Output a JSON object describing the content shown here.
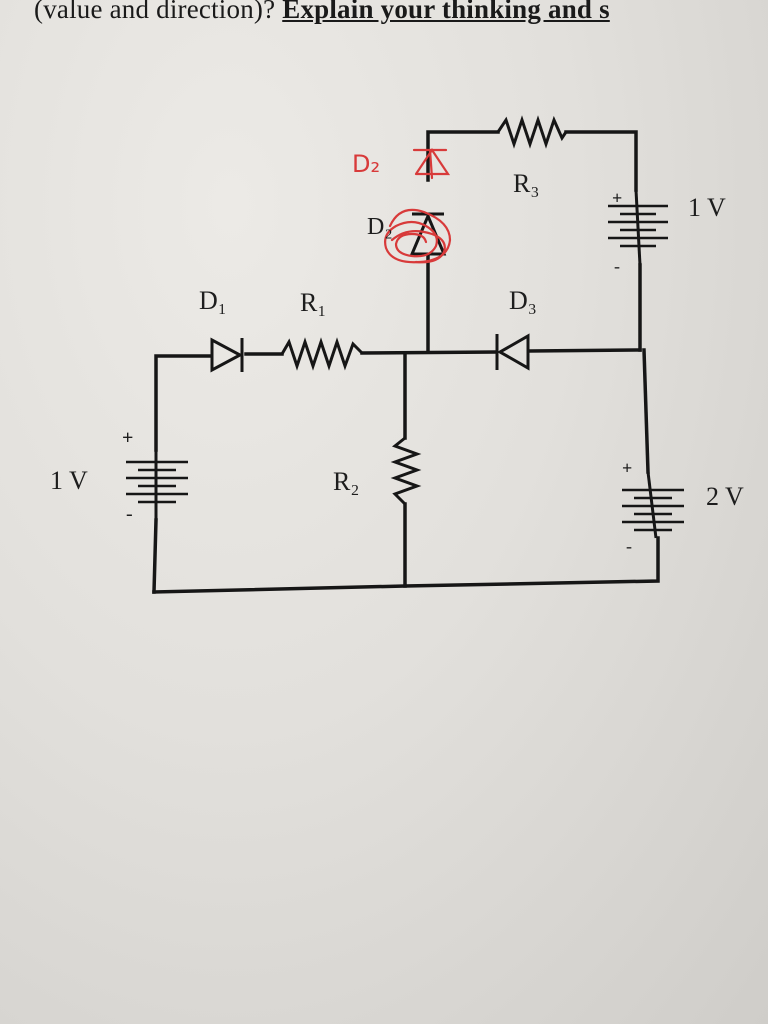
{
  "header": {
    "text_plain": "(value and direction)? ",
    "text_emphasis": "Explain your thinking and s"
  },
  "circuit": {
    "labels": {
      "d1": "D₁",
      "r1": "R₁",
      "r2": "R₂",
      "r3": "R₃",
      "d2": "D₂",
      "d3": "D₃"
    },
    "sources": {
      "left": {
        "value": "1 V"
      },
      "top_right": {
        "value": "1 V"
      },
      "bottom_right": {
        "value": "2 V"
      }
    },
    "polarity": {
      "plus": "+",
      "minus": "-"
    },
    "annotation": {
      "handwritten_label": "D₂",
      "color": "#d83a3a"
    }
  }
}
